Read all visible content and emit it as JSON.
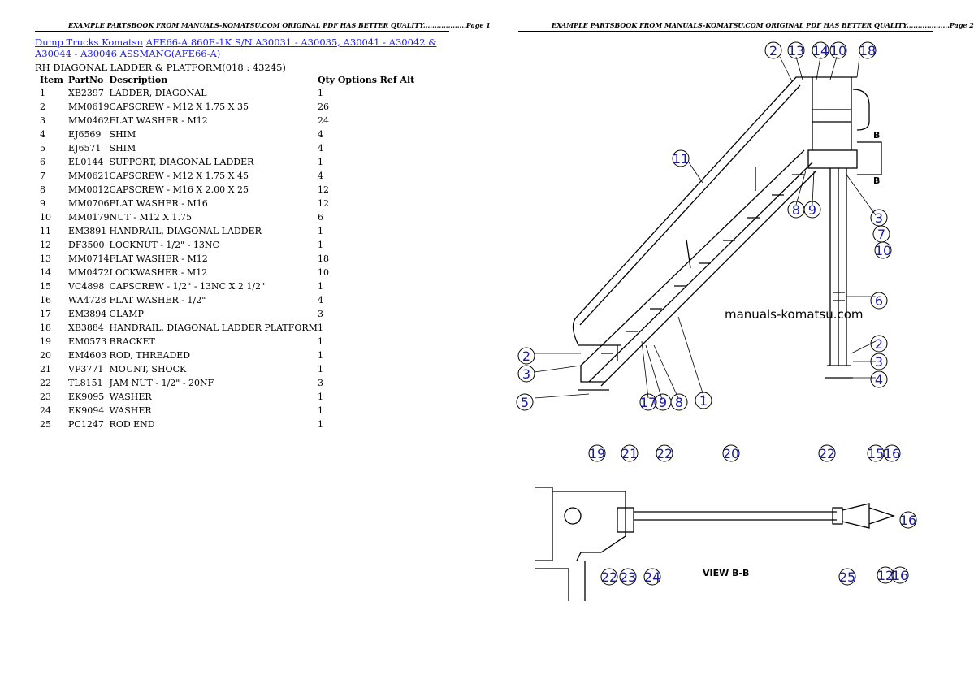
{
  "header": {
    "left_text": "EXAMPLE PARTSBOOK FROM MANUALS-KOMATSU.COM ORIGINAL PDF HAS BETTER QUALITY...................Page 1",
    "right_text": "EXAMPLE PARTSBOOK FROM MANUALS-KOMATSU.COM ORIGINAL PDF HAS BETTER QUALITY...................Page 2"
  },
  "breadcrumb": {
    "link1": "Dump Trucks Komatsu",
    "link2": "AFE66-A 860E-1K S/N A30031 - A30035, A30041 - A30042 & A30044 - A30046 ASSMANG(AFE66-A)"
  },
  "section_title": "RH DIAGONAL LADDER & PLATFORM(018 : 43245)",
  "table": {
    "headers": {
      "item": "Item",
      "partno": "PartNo",
      "description": "Description",
      "qty": "Qty Options Ref Alt"
    },
    "rows": [
      {
        "item": "1",
        "partno": "XB2397",
        "description": "LADDER, DIAGONAL",
        "qty": "1"
      },
      {
        "item": "2",
        "partno": "MM0619",
        "description": "CAPSCREW - M12 X 1.75 X 35",
        "qty": "26"
      },
      {
        "item": "3",
        "partno": "MM0462",
        "description": "FLAT WASHER - M12",
        "qty": "24"
      },
      {
        "item": "4",
        "partno": "EJ6569",
        "description": "SHIM",
        "qty": "4"
      },
      {
        "item": "5",
        "partno": "EJ6571",
        "description": "SHIM",
        "qty": "4"
      },
      {
        "item": "6",
        "partno": "EL0144",
        "description": "SUPPORT, DIAGONAL LADDER",
        "qty": "1"
      },
      {
        "item": "7",
        "partno": "MM0621",
        "description": "CAPSCREW - M12 X 1.75 X 45",
        "qty": "4"
      },
      {
        "item": "8",
        "partno": "MM0012",
        "description": "CAPSCREW - M16 X 2.00 X 25",
        "qty": "12"
      },
      {
        "item": "9",
        "partno": "MM0706",
        "description": "FLAT WASHER - M16",
        "qty": "12"
      },
      {
        "item": "10",
        "partno": "MM0179",
        "description": "NUT - M12 X 1.75",
        "qty": "6"
      },
      {
        "item": "11",
        "partno": "EM3891",
        "description": "HANDRAIL, DIAGONAL LADDER",
        "qty": "1"
      },
      {
        "item": "12",
        "partno": "DF3500",
        "description": "LOCKNUT - 1/2\" - 13NC",
        "qty": "1"
      },
      {
        "item": "13",
        "partno": "MM0714",
        "description": "FLAT WASHER - M12",
        "qty": "18"
      },
      {
        "item": "14",
        "partno": "MM0472",
        "description": "LOCKWASHER - M12",
        "qty": "10"
      },
      {
        "item": "15",
        "partno": "VC4898",
        "description": "CAPSCREW - 1/2\" - 13NC X 2 1/2\"",
        "qty": "1"
      },
      {
        "item": "16",
        "partno": "WA4728",
        "description": "FLAT WASHER - 1/2\"",
        "qty": "4"
      },
      {
        "item": "17",
        "partno": "EM3894",
        "description": "CLAMP",
        "qty": "3"
      },
      {
        "item": "18",
        "partno": "XB3884",
        "description": "HANDRAIL, DIAGONAL LADDER PLATFORM",
        "qty": "1"
      },
      {
        "item": "19",
        "partno": "EM0573",
        "description": "BRACKET",
        "qty": "1"
      },
      {
        "item": "20",
        "partno": "EM4603",
        "description": "ROD, THREADED",
        "qty": "1"
      },
      {
        "item": "21",
        "partno": "VP3771",
        "description": "MOUNT, SHOCK",
        "qty": "1"
      },
      {
        "item": "22",
        "partno": "TL8151",
        "description": "JAM NUT - 1/2\" - 20NF",
        "qty": "3"
      },
      {
        "item": "23",
        "partno": "EK9095",
        "description": "WASHER",
        "qty": "1"
      },
      {
        "item": "24",
        "partno": "EK9094",
        "description": "WASHER",
        "qty": "1"
      },
      {
        "item": "25",
        "partno": "PC1247",
        "description": "ROD END",
        "qty": "1"
      }
    ]
  },
  "drawing": {
    "watermark": "manuals-komatsu.com",
    "view_label": "VIEW B-B",
    "section_mark": "B",
    "callouts_top": [
      "2",
      "13",
      "14",
      "10",
      "18",
      "11",
      "8",
      "9",
      "3",
      "7",
      "10",
      "6",
      "2",
      "3",
      "4",
      "2",
      "3",
      "5",
      "17",
      "9",
      "8",
      "1"
    ],
    "callouts_bottom": [
      "19",
      "21",
      "22",
      "20",
      "22",
      "15",
      "16",
      "16",
      "22",
      "23",
      "24",
      "25",
      "12",
      "16"
    ]
  }
}
